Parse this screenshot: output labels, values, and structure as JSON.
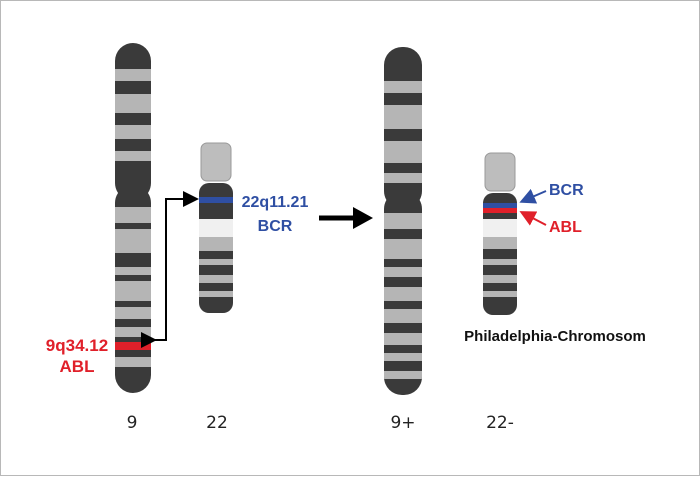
{
  "colors": {
    "dark": "#3a3a3a",
    "light": "#b5b5b5",
    "pale": "#f0f0f0",
    "centromere": "#bdbdbd",
    "bcr": "#2f4fa3",
    "abl": "#e0202a",
    "label": "#222222"
  },
  "labels": {
    "chr9": "9",
    "chr22": "22",
    "chr9_plus": "9+",
    "chr22_minus": "22-",
    "abl_locus": "9q34.12",
    "abl_name": "ABL",
    "bcr_locus": "22q11.21",
    "bcr_name": "BCR",
    "bcr_arrow": "BCR",
    "abl_arrow": "ABL",
    "philadelphia": "Philadelphia-Chromosom"
  }
}
